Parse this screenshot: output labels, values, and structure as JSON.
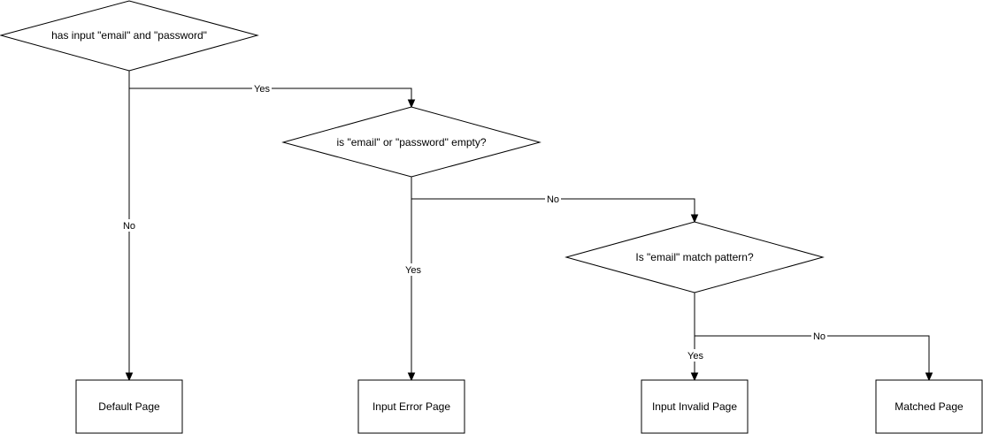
{
  "colors": {
    "stroke": "#000000",
    "fill": "#ffffff",
    "background": "#ffffff"
  },
  "nodes": {
    "decision_has_input": "has input \"email\" and \"password\"",
    "decision_empty": "is \"email\" or \"password\" empty?",
    "decision_pattern": "Is \"email\" match pattern?",
    "default_page": "Default Page",
    "input_error_page": "Input Error Page",
    "input_invalid_page": "Input Invalid Page",
    "matched_page": "Matched Page"
  },
  "edges": {
    "has_input_yes": "Yes",
    "has_input_no": "No",
    "empty_no": "No",
    "empty_yes": "Yes",
    "pattern_yes": "Yes",
    "pattern_no": "No"
  }
}
